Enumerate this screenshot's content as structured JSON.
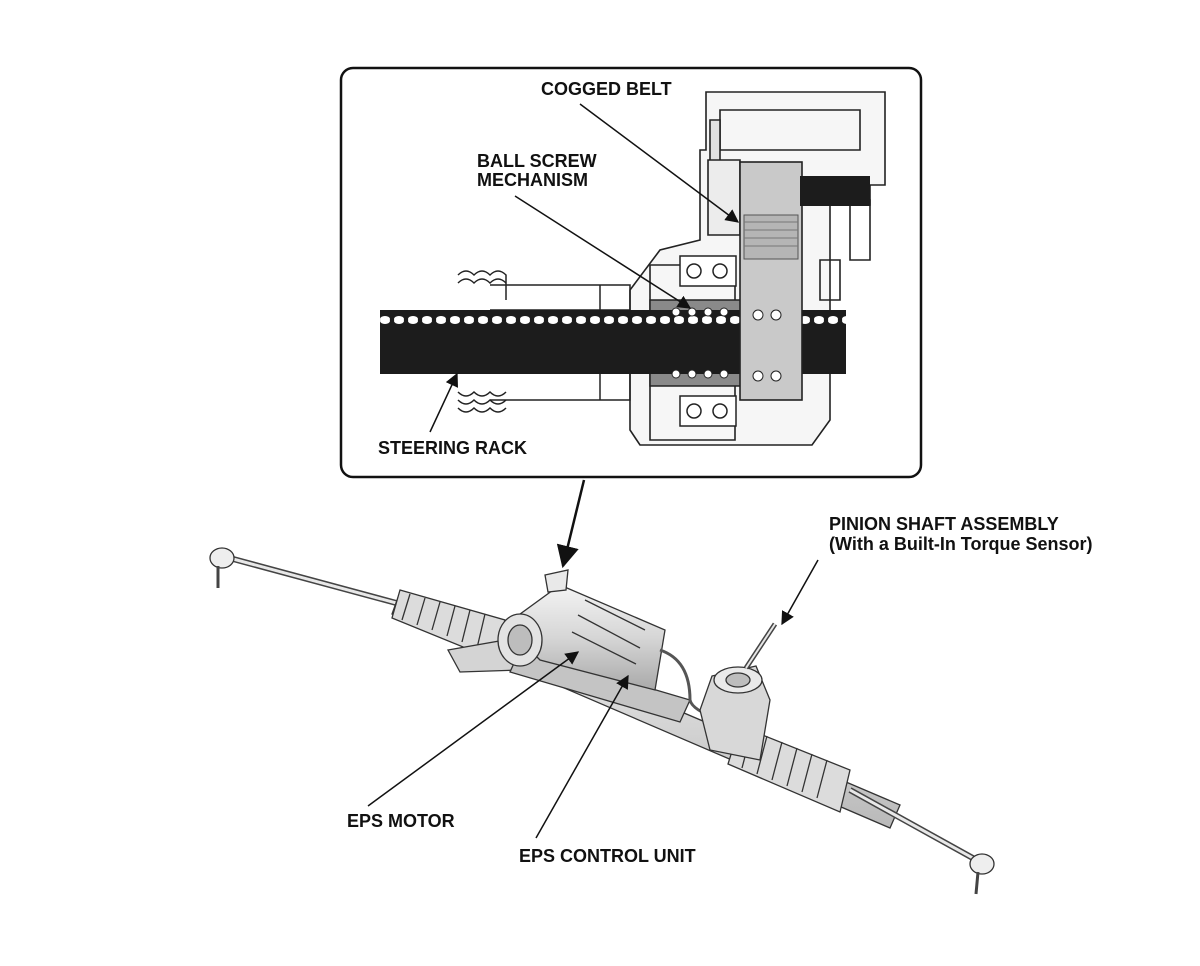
{
  "labels": {
    "cogged_belt": "COGGED BELT",
    "ball_screw_line1": "BALL SCREW",
    "ball_screw_line2": "MECHANISM",
    "steering_rack": "STEERING RACK",
    "pinion_line1": "PINION SHAFT ASSEMBLY",
    "pinion_line2": "(With a Built-In Torque Sensor)",
    "eps_motor": "EPS MOTOR",
    "eps_control_unit": "EPS CONTROL UNIT"
  },
  "colors": {
    "line": "#111111",
    "rack_thread": "#1c1c1c",
    "housing_fill": "#f2f2f2",
    "pulley_fill": "#c9c9c9",
    "panel_stroke": "#111111"
  }
}
